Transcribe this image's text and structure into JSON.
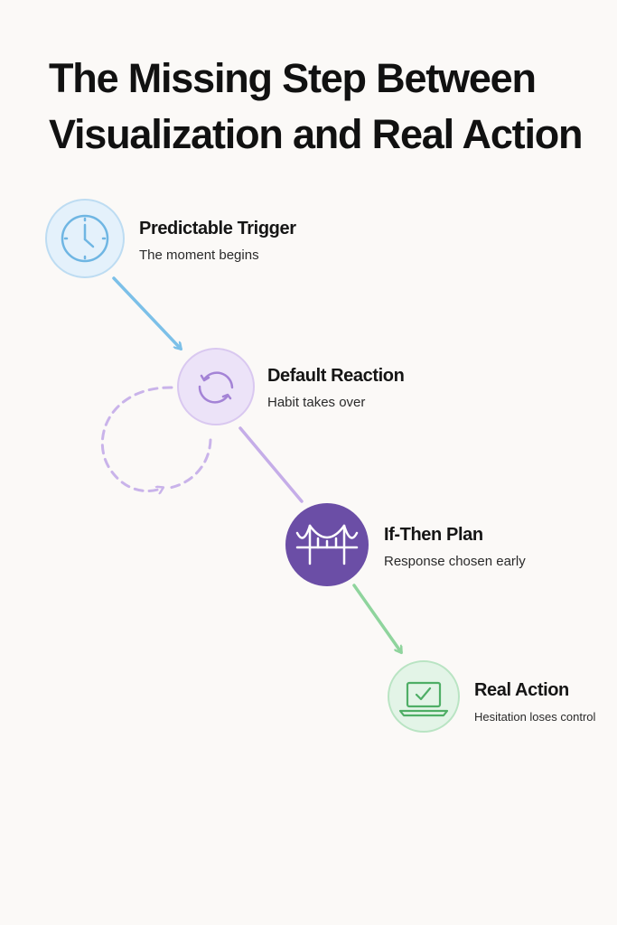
{
  "title": {
    "line1": "The Missing Step Between",
    "line2": "Visualization and Real Action"
  },
  "steps": [
    {
      "label": "Predictable Trigger",
      "desc": "The moment begins",
      "icon": "clock-icon",
      "color": "#7cc0e8"
    },
    {
      "label": "Default Reaction",
      "desc": "Habit takes over",
      "icon": "loop-icon",
      "color": "#b79ae0"
    },
    {
      "label": "If-Then Plan",
      "desc": "Response chosen early",
      "icon": "bridge-icon",
      "color": "#6b4ea6"
    },
    {
      "label": "Real Action",
      "desc": "Hesitation loses control",
      "icon": "laptop-check-icon",
      "color": "#86cf96"
    }
  ]
}
